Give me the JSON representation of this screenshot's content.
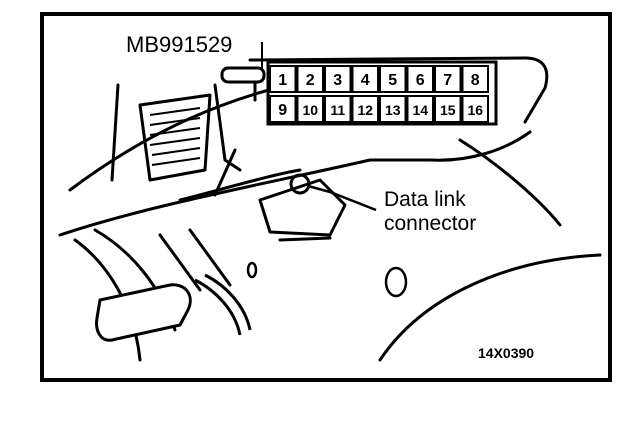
{
  "figure": {
    "tool_label": "MB991529",
    "callout_line1": "Data link",
    "callout_line2": "connector",
    "figure_code": "14X0390"
  },
  "connector": {
    "pins_top": [
      "1",
      "2",
      "3",
      "4",
      "5",
      "6",
      "7",
      "8"
    ],
    "pins_bottom": [
      "9",
      "10",
      "11",
      "12",
      "13",
      "14",
      "15",
      "16"
    ]
  }
}
